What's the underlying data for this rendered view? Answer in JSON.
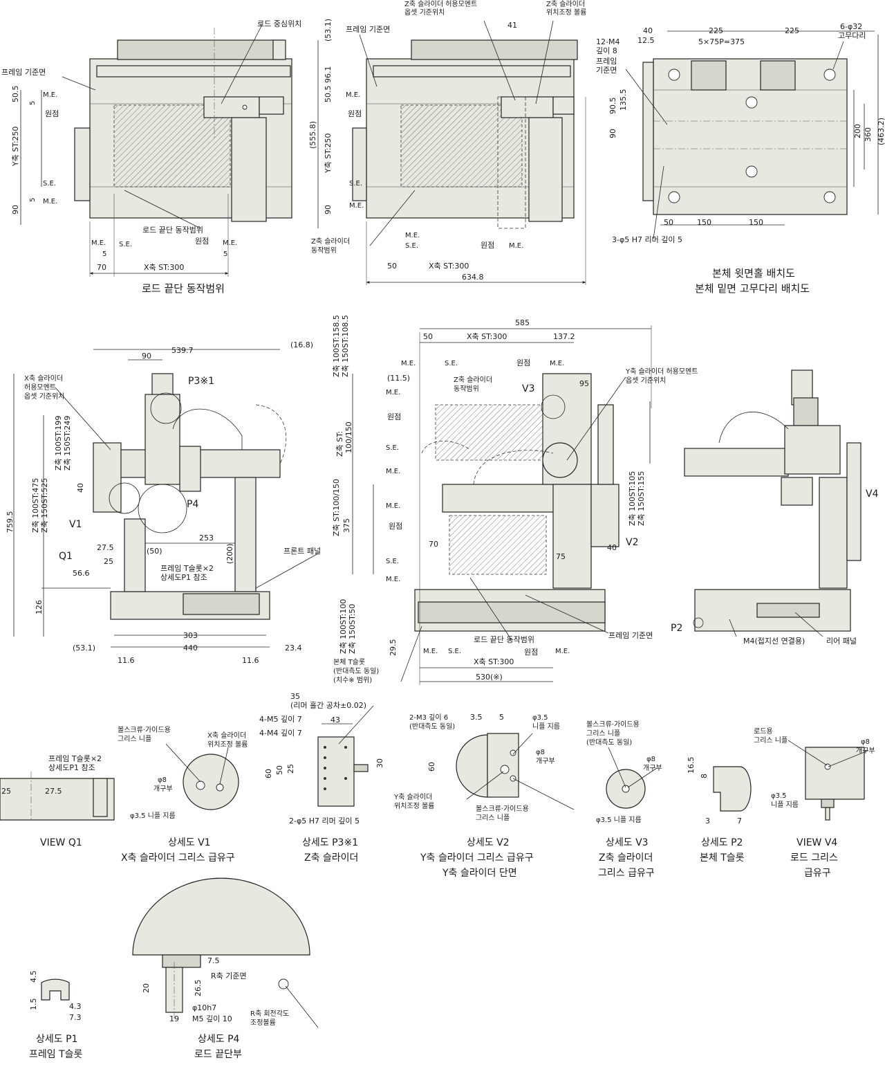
{
  "titles": {
    "top_left": "로드 끝단 동작범위",
    "top_right_1": "본체 윗면홀 배치도",
    "top_right_2": "본체 밑면 고무다리 배치도",
    "view_q1": "VIEW Q1",
    "detail_v1_1": "상세도 V1",
    "detail_v1_2": "X축 슬라이더 그리스 급유구",
    "detail_p3_1": "상세도 P3※1",
    "detail_p3_2": "Z축 슬라이더",
    "detail_v2_1": "상세도 V2",
    "detail_v2_2": "Y축 슬라이더 그리스 급유구",
    "detail_v2_3": "Y축 슬라이더 단면",
    "detail_v3_1": "상세도 V3",
    "detail_v3_2": "Z축 슬라이더",
    "detail_v3_3": "그리스 급유구",
    "detail_p2_1": "상세도 P2",
    "detail_p2_2": "본체 T슬롯",
    "view_v4_1": "VIEW V4",
    "view_v4_2": "로드 그리스",
    "view_v4_3": "급유구",
    "detail_p1_1": "상세도 P1",
    "detail_p1_2": "프레임 T슬롯",
    "detail_p4_1": "상세도 P4",
    "detail_p4_2": "로드 끝단부"
  },
  "labels": {
    "rod_center": "로드 중심위치",
    "frame_ref": "프레임 기준면",
    "me": "M.E.",
    "se": "S.E.",
    "origin": "원점",
    "rod_tip_range": "로드 끝단 동작범위",
    "z_moment_1": "Z축 슬라이더 허용모멘트",
    "z_moment_2": "옵셋 기준위치",
    "z_volume_1": "Z축 슬라이더",
    "z_volume_2": "위치조정 볼륨",
    "z_range_1": "Z축 슬라이더",
    "z_range_2": "동작범위",
    "m4_depth_1": "12-M4",
    "m4_depth_2": "깊이 8",
    "frame_ref_1": "프레임",
    "frame_ref_2": "기준면",
    "rubber_1": "6-φ32",
    "rubber_2": "고무다리",
    "reamer": "3-φ5 H7 리머 깊이 5",
    "x_moment_1": "X축 슬라이더",
    "x_moment_2": "허용모멘트",
    "x_moment_3": "옵셋 기준위치",
    "p3": "P3※1",
    "p4": "P4",
    "v1": "V1",
    "v2": "V2",
    "v3": "V3",
    "v4": "V4",
    "q1": "Q1",
    "p2": "P2",
    "front_panel": "프론트 패널",
    "frame_tslot_1": "프레임 T슬롯×2",
    "frame_tslot_2": "상세도P1 참조",
    "z_range_center": "Z축 슬라이더",
    "z_range_center_2": "동작범위",
    "y_moment_1": "Y축 슬라이더 허용모멘트",
    "y_moment_2": "옵셋 기준위치",
    "body_tslot_1": "본체 T슬롯",
    "body_tslot_2": "(반대측도 동일)",
    "body_tslot_3": "(치수※ 범위)",
    "frame_ref_center": "프레임 기준면",
    "m4_ground": "M4(접지선 연결용)",
    "rear_panel": "리어 패널",
    "grease_1": "볼스크류·가이드용",
    "grease_2": "그리스 니플",
    "x_volume_1": "X축 슬라이더",
    "x_volume_2": "위치조정 볼륨",
    "phi8": "φ8",
    "opening": "개구부",
    "phi35_nipple": "φ3.5 니플 지름",
    "m5": "4-M5 깊이 7",
    "m4": "4-M4 깊이 7",
    "reamer_p3": "2-φ5 H7 리머 깊이 5",
    "reamer_tol_1": "35",
    "reamer_tol_2": "(리머 홀간 공차±0.02)",
    "m3_1": "2-M3 깊이 6",
    "m3_2": "(반대측도 동일)",
    "phi35": "φ3.5",
    "nipple_dia": "니플 지름",
    "y_volume_1": "Y축 슬라이더",
    "y_volume_2": "위치조정 볼륨",
    "grease_v3_3": "(반대측도 동일)",
    "rod_grease_1": "로드용",
    "rod_grease_2": "그리스 니플",
    "r_ref": "R축 기준면",
    "phi10": "φ10h7",
    "m5_depth": "M5 깊이 10",
    "r_volume_1": "R축 회전각도",
    "r_volume_2": "조정볼륨"
  },
  "dims": {
    "d_53_1": "(53.1)",
    "d_96_1": "96.1",
    "d_555_8": "(555.8)",
    "d_50_5": "50.5",
    "d_5": "5",
    "y_st": "Y축 ST:250",
    "d_90": "90",
    "d_70": "70",
    "x_st": "X축 ST:300",
    "d_50": "50",
    "d_634_8": "634.8",
    "d_41": "41",
    "d_40": "40",
    "d_12_5": "12.5",
    "d_225": "225",
    "d_375": "5×75P=375",
    "d_135_5": "135.5",
    "d_90_5": "90.5",
    "d_200": "200",
    "d_360": "360",
    "d_463_2": "(463.2)",
    "d_150": "150",
    "d_539_7": "539.7",
    "d_16_8": "(16.8)",
    "d_759_5": "759.5",
    "z_st_left_1": "Z축 100ST:475",
    "z_st_left_2": "Z축 150ST:525",
    "z_st_mid_1": "Z축 100ST:199",
    "z_st_mid_2": "Z축 150ST:249",
    "d_27_5": "27.5",
    "d_25": "25",
    "d_56_6": "56.6",
    "d_50p": "(50)",
    "d_253": "253",
    "d_200p": "(200)",
    "d_126": "126",
    "d_303": "303",
    "d_440": "440",
    "d_11_6": "11.6",
    "d_23_4": "23.4",
    "z_top_1": "Z축 100ST:158.5",
    "z_top_2": "Z축 150ST:108.5",
    "d_585": "585",
    "d_137_2": "137.2",
    "d_11_5": "(11.5)",
    "z_st_100_150": "Z축 ST:",
    "z_st_100_150_b": "100/150",
    "z_st_100_150_c": "Z축 ST:100/150",
    "d_95": "95",
    "z_r_1": "Z축 100ST:105",
    "z_r_2": "Z축 150ST:155",
    "d_75": "75",
    "z_b_1": "Z축 100ST:100",
    "z_b_2": "Z축 150ST:50",
    "d_29_5": "29.5",
    "d_530": "530(※)",
    "d_43": "43",
    "d_60": "60",
    "d_30": "30",
    "d_3_5": "3.5",
    "d_16_5": "16.5",
    "d_8": "8",
    "d_3": "3",
    "d_7": "7",
    "d_4_5": "4.5",
    "d_1_5": "1.5",
    "d_4_3": "4.3",
    "d_7_3": "7.3",
    "d_7_5": "7.5",
    "d_20": "20",
    "d_26_5": "26.5",
    "d_19": "19"
  }
}
